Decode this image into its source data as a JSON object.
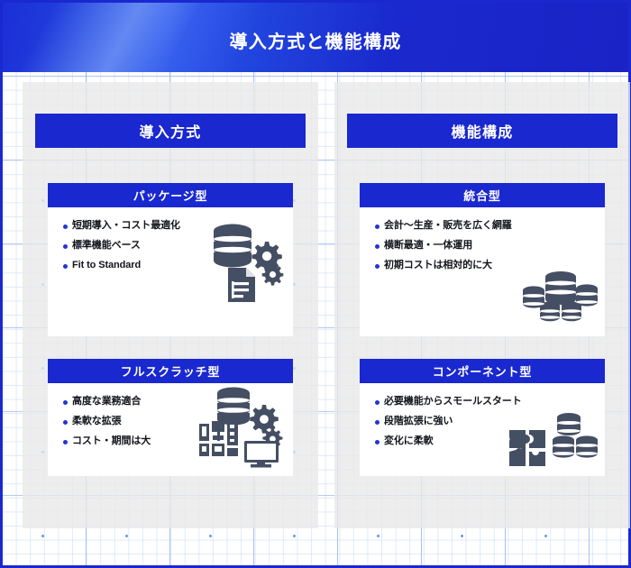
{
  "header": {
    "title": "導入方式と機能構成"
  },
  "columns": [
    {
      "name": "導入方式",
      "cards": [
        {
          "title": "パッケージ型",
          "bullets": [
            "短期導入・コスト最適化",
            "標準機能ベース",
            "Fit to Standard"
          ],
          "art": "database-gears-document"
        },
        {
          "title": "フルスクラッチ型",
          "bullets": [
            "高度な業務適合",
            "柔軟な拡張",
            "コスト・期間は大"
          ],
          "art": "servers-database-gears-monitor"
        }
      ]
    },
    {
      "name": "機能構成",
      "cards": [
        {
          "title": "統合型",
          "bullets": [
            "会計〜生産・販売を広く網羅",
            "横断最適・一体運用",
            "初期コストは相対的に大"
          ],
          "art": "database-cluster"
        },
        {
          "title": "コンポーネント型",
          "bullets": [
            "必要機能からスモールスタート",
            "段階拡張に強い",
            "変化に柔軟"
          ],
          "art": "puzzle-databases"
        }
      ]
    }
  ],
  "colors": {
    "header_blue": "#1a28cf",
    "title_bar_blue": "#1a28cf",
    "bullet_blue": "#2233d8",
    "icon_slate": "#454f63",
    "panel_gray": "#e8e8e8",
    "grid_blue": "#608ce1"
  }
}
